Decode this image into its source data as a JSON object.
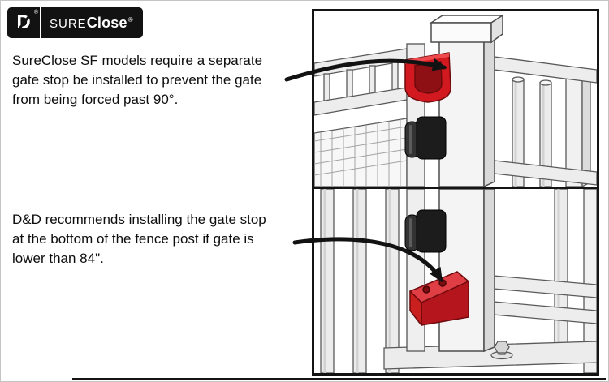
{
  "colors": {
    "accent_red": "#d2191f",
    "accent_red_dark": "#8f1014",
    "ink_black": "#121212",
    "panel_border": "#141414",
    "metal_gray": "#ececec"
  },
  "logo": {
    "d_mark": "D",
    "d_registered": "®",
    "brand_prefix": "SURE",
    "brand_suffix": "Close",
    "brand_registered": "®"
  },
  "callouts": [
    {
      "text": "SureClose SF models require a separate\ngate stop be installed to prevent the gate\nfrom being forced past 90°."
    },
    {
      "text": "D&D recommends installing the gate stop\nat the bottom of the fence post if gate is\nlower than 84\"."
    }
  ]
}
